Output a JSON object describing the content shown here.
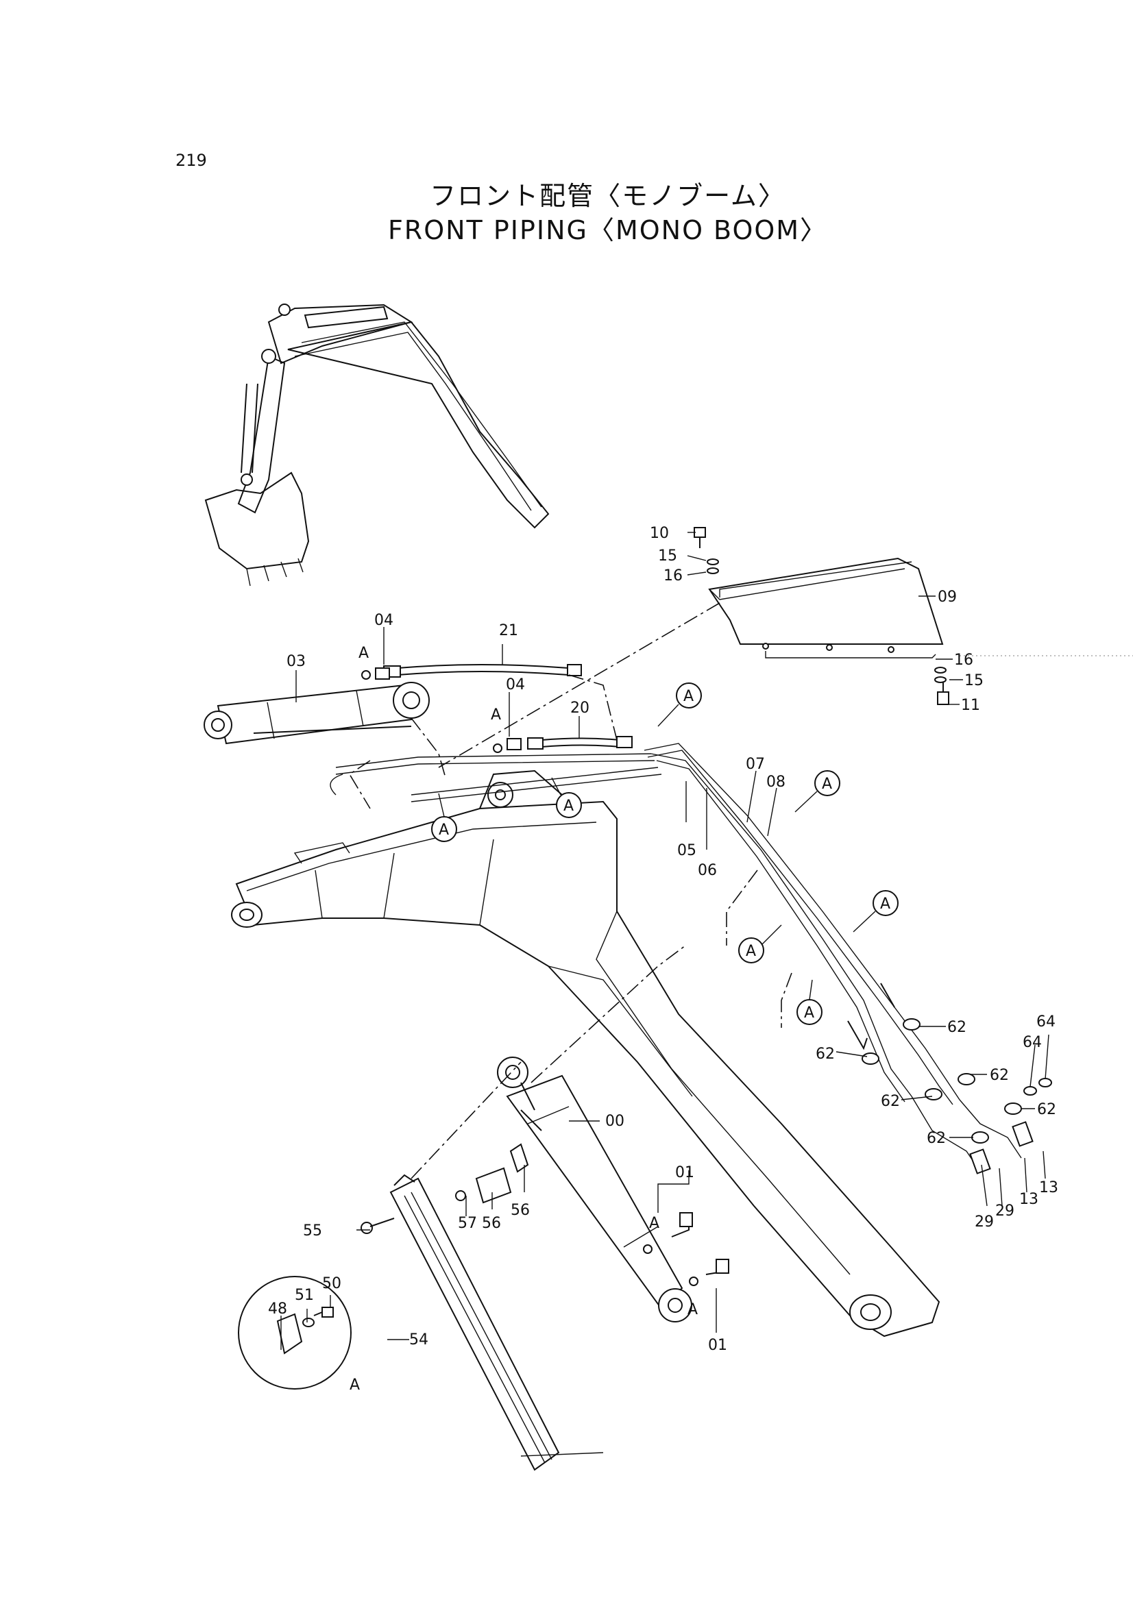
{
  "page_number": "219",
  "title_jp": "フロント配管〈モノブーム〉",
  "title_en": "FRONT PIPING〈MONO BOOM〉",
  "part_labels": {
    "p00": "00",
    "p01a": "01",
    "p01b": "01",
    "p03": "03",
    "p04a": "04",
    "p04b": "04",
    "p05": "05",
    "p06": "06",
    "p07": "07",
    "p08": "08",
    "p09": "09",
    "p10": "10",
    "p11": "11",
    "p13a": "13",
    "p13b": "13",
    "p15a": "15",
    "p15b": "15",
    "p16a": "16",
    "p16b": "16",
    "p20": "20",
    "p21": "21",
    "p29a": "29",
    "p29b": "29",
    "p48": "48",
    "p50": "50",
    "p51": "51",
    "p54": "54",
    "p55": "55",
    "p56a": "56",
    "p56b": "56",
    "p57": "57",
    "p62a": "62",
    "p62b": "62",
    "p62c": "62",
    "p62d": "62",
    "p62e": "62",
    "p62f": "62",
    "p64a": "64",
    "p64b": "64"
  },
  "ref_letter": "A",
  "detail_label": "A"
}
